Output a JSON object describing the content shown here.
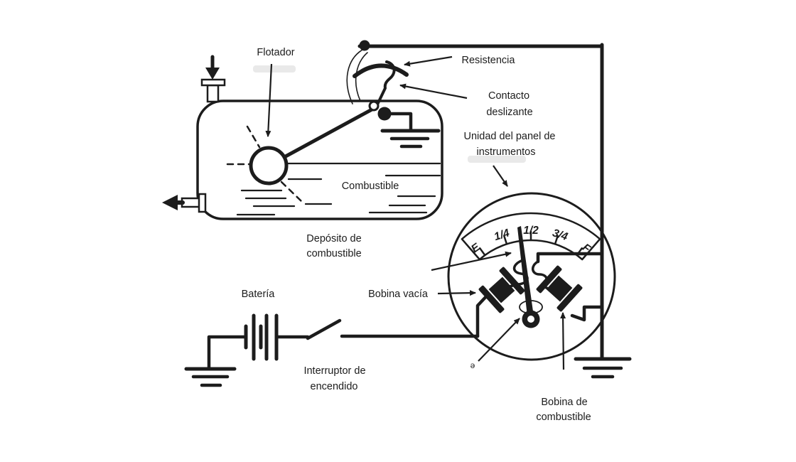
{
  "labels": {
    "flotador": "Flotador",
    "resistencia": "Resistencia",
    "contacto": [
      "Contacto",
      "deslizante"
    ],
    "unidad_panel": [
      "Unidad del panel de",
      "instrumentos"
    ],
    "combustible_tank": "Combustible",
    "deposito": [
      "Depósito de",
      "combustible"
    ],
    "bateria": "Batería",
    "bobina_vacia": "Bobina vacía",
    "interruptor": [
      "Interruptor de",
      "encendido"
    ],
    "bobina_combustible": [
      "Bobina de",
      "combustible"
    ],
    "artifact": "ə"
  },
  "gauge": {
    "scale": [
      "E",
      "1/4",
      "1/2",
      "3/4",
      "F"
    ]
  },
  "colors": {
    "ink": "#1c1c1c",
    "tank_fill": "#d2d2d2",
    "float_fill": "#9e9e9e",
    "gauge_fill": "#c9c9c9",
    "scale_band_fill": "#ffffff",
    "background": "#ffffff",
    "erased_smudge": "#e9e9e9"
  }
}
